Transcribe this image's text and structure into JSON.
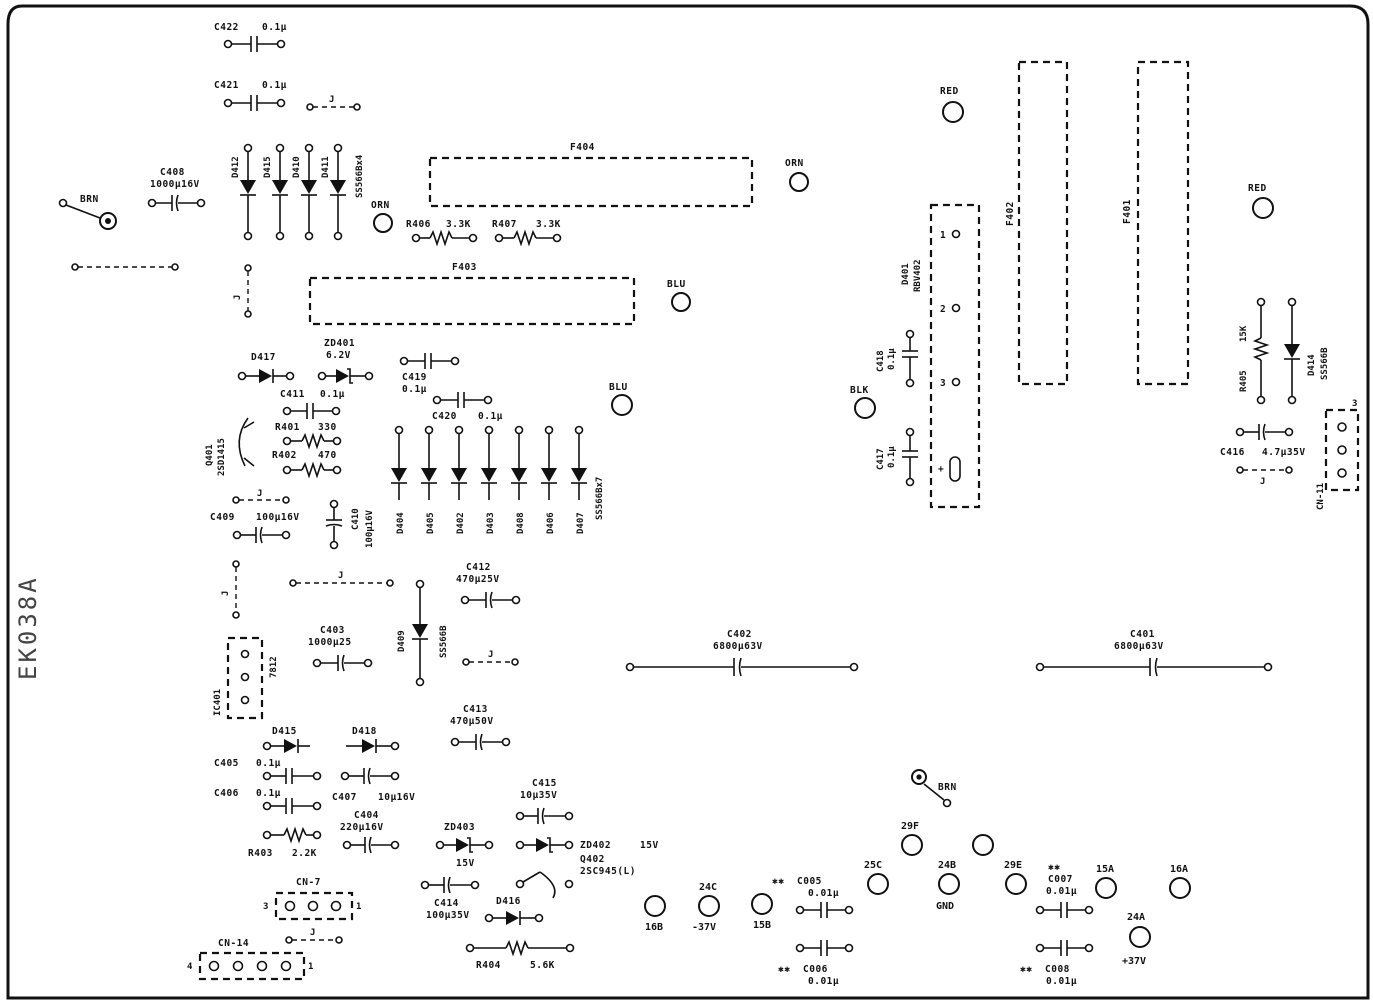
{
  "drawing_code": "EK038A",
  "caps": [
    {
      "ref": "C422",
      "value": "0.1μ"
    },
    {
      "ref": "C421",
      "value": "0.1μ"
    },
    {
      "ref": "C408",
      "value": "1000μ16V"
    },
    {
      "ref": "C411",
      "value": "0.1μ"
    },
    {
      "ref": "C419",
      "value": "0.1μ"
    },
    {
      "ref": "C420",
      "value": "0.1μ"
    },
    {
      "ref": "C409",
      "value": "100μ16V"
    },
    {
      "ref": "C410",
      "value": "100μ16V"
    },
    {
      "ref": "C412",
      "value": "470μ25V"
    },
    {
      "ref": "C403",
      "value": "1000μ25"
    },
    {
      "ref": "C413",
      "value": "470μ50V"
    },
    {
      "ref": "C405",
      "value": "0.1μ"
    },
    {
      "ref": "C406",
      "value": "0.1μ"
    },
    {
      "ref": "C407",
      "value": "10μ16V"
    },
    {
      "ref": "C404",
      "value": "220μ16V"
    },
    {
      "ref": "C415",
      "value": "10μ35V"
    },
    {
      "ref": "C414",
      "value": "100μ35V"
    },
    {
      "ref": "C402",
      "value": "6800μ63V"
    },
    {
      "ref": "C401",
      "value": "6800μ63V"
    },
    {
      "ref": "C418",
      "value": "0.1μ"
    },
    {
      "ref": "C417",
      "value": "0.1μ"
    },
    {
      "ref": "C416",
      "value": "4.7μ35V"
    },
    {
      "ref": "C005",
      "value": "0.01μ"
    },
    {
      "ref": "C006",
      "value": "0.01μ"
    },
    {
      "ref": "C007",
      "value": "0.01μ"
    },
    {
      "ref": "C008",
      "value": "0.01μ"
    }
  ],
  "resistors": [
    {
      "ref": "R406",
      "value": "3.3K"
    },
    {
      "ref": "R407",
      "value": "3.3K"
    },
    {
      "ref": "R401",
      "value": "330"
    },
    {
      "ref": "R402",
      "value": "470"
    },
    {
      "ref": "R403",
      "value": "2.2K"
    },
    {
      "ref": "R404",
      "value": "5.6K"
    },
    {
      "ref": "R405",
      "value": "15K"
    }
  ],
  "diodes": {
    "upper_group": [
      "D412",
      "D415",
      "D410",
      "D411"
    ],
    "upper_part": "SS566Bx4",
    "middle_group": [
      "D404",
      "D405",
      "D402",
      "D403",
      "D408",
      "D406",
      "D407"
    ],
    "middle_part": "SS566Bx7",
    "d409": "D409",
    "d409_part": "SS566B",
    "d417": "D417",
    "d415": "D415",
    "d416": "D416",
    "d418": "D418",
    "d414": "D414",
    "d414_part": "SS566B"
  },
  "zeners": [
    {
      "ref": "ZD401",
      "value": "6.2V"
    },
    {
      "ref": "ZD403",
      "value": "15V"
    },
    {
      "ref": "ZD402",
      "value": "15V"
    }
  ],
  "transistors": [
    {
      "ref": "Q401",
      "part": "2SD1415"
    },
    {
      "ref": "Q402",
      "part": "2SC945(L)"
    }
  ],
  "ic": {
    "ref": "IC401",
    "part": "7812"
  },
  "bridge": {
    "ref": "D401",
    "part": "RBV402"
  },
  "fuses": [
    "F404",
    "F403",
    "F402",
    "F401"
  ],
  "connectors": {
    "cn7": "CN-7",
    "cn14": "CN-14",
    "cn11": "CN-11",
    "pin1": "1",
    "pin3": "3",
    "pin4": "4"
  },
  "wires": {
    "brn": "BRN",
    "orn": "ORN",
    "blu": "BLU",
    "red": "RED",
    "blk": "BLK"
  },
  "jumper": "J",
  "pads": [
    {
      "id": "16B",
      "label": "16B"
    },
    {
      "id": "24C",
      "label": "24C"
    },
    {
      "id": "24C_v",
      "label": "-37V"
    },
    {
      "id": "15B",
      "label": "15B"
    },
    {
      "id": "25C",
      "label": "25C"
    },
    {
      "id": "29F",
      "label": "29F"
    },
    {
      "id": "24B",
      "label": "24B"
    },
    {
      "id": "24B_v",
      "label": "GND"
    },
    {
      "id": "29E",
      "label": "29E"
    },
    {
      "id": "15A",
      "label": "15A"
    },
    {
      "id": "16A",
      "label": "16A"
    },
    {
      "id": "24A",
      "label": "24A"
    },
    {
      "id": "24A_v",
      "label": "+37V"
    }
  ],
  "bridge_pins": [
    "1",
    "2",
    "3",
    "+"
  ],
  "double_star": "✱✱"
}
